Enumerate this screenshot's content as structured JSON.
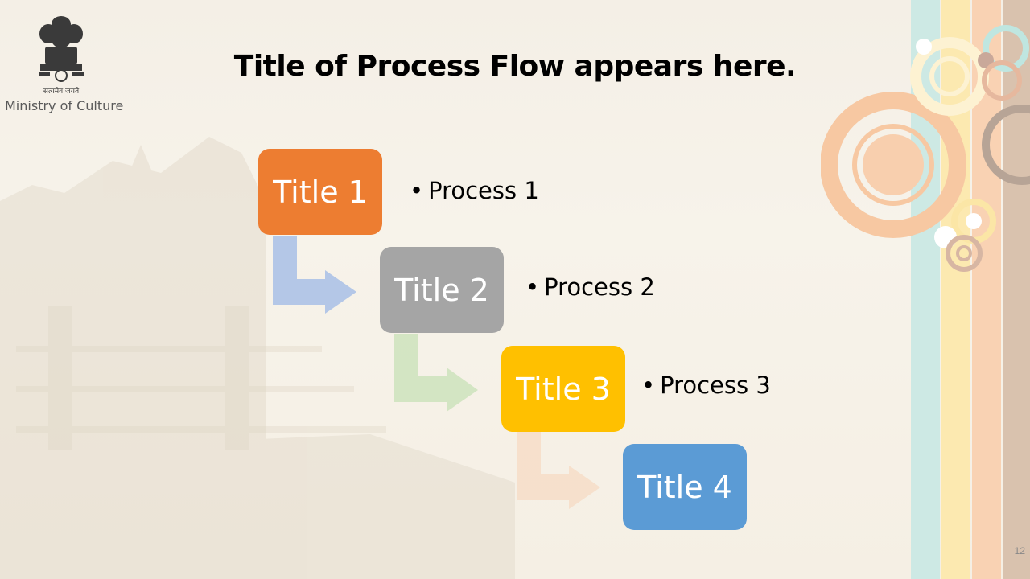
{
  "header": {
    "emblem_motto": "सत्यमेव जयते",
    "ministry": "Ministry of Culture"
  },
  "title": "Title of Process Flow appears here.",
  "flow": {
    "steps": [
      {
        "title": "Title 1",
        "process": "Process 1",
        "color": "#ED7D31"
      },
      {
        "title": "Title 2",
        "process": "Process 2",
        "color": "#A5A5A5"
      },
      {
        "title": "Title 3",
        "process": "Process 3",
        "color": "#FFC000"
      },
      {
        "title": "Title 4",
        "process": "",
        "color": "#5B9BD5"
      }
    ],
    "connector_colors": [
      "#B4C7E7",
      "#C5E0B4",
      "#F8CBAD"
    ]
  },
  "footer": {
    "page_number": "12"
  },
  "colors": {
    "stripe_teal": "#CDE9E4",
    "stripe_yellow": "#FCE9B0",
    "stripe_peach": "#F9D2B3",
    "stripe_tan": "#D9C2AE"
  }
}
